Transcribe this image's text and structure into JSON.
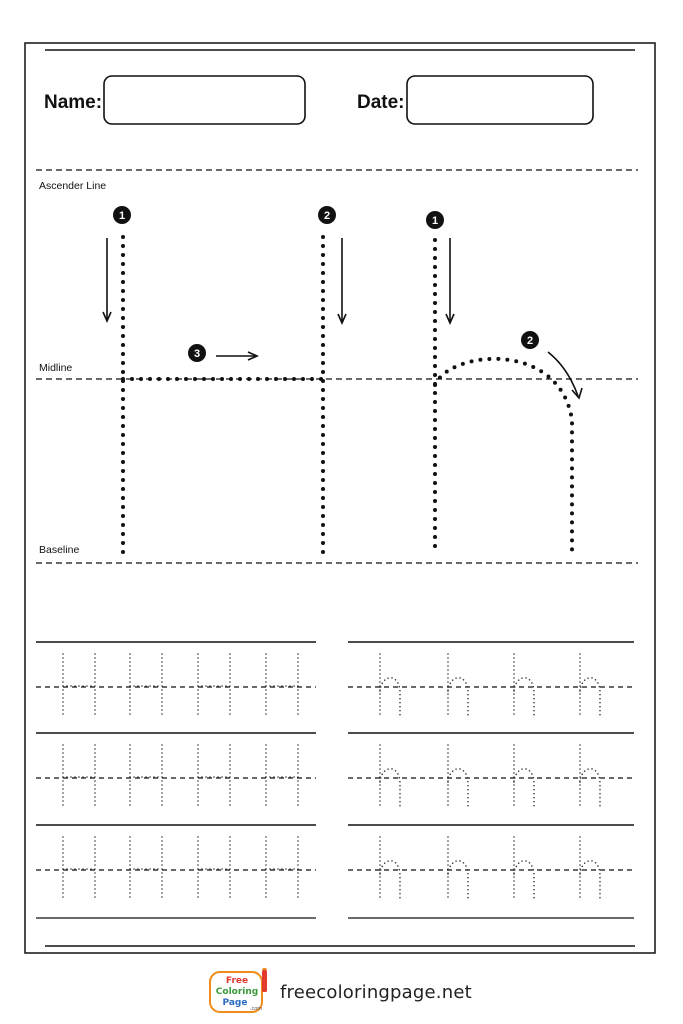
{
  "header": {
    "name_label": "Name:",
    "date_label": "Date:"
  },
  "guides": {
    "ascender": "Ascender Line",
    "midline": "Midline",
    "baseline": "Baseline"
  },
  "steps": {
    "upper_1": "1",
    "upper_2": "2",
    "upper_3": "3",
    "lower_1": "1",
    "lower_2": "2"
  },
  "footer": {
    "site": "freecoloringpage.net",
    "logo_line1": "Free",
    "logo_line2": "Coloring",
    "logo_line3": "Page",
    "logo_line4": ".com"
  },
  "colors": {
    "ink": "#111111",
    "logo_green": "#3a9a3a",
    "logo_blue": "#2b6cc4",
    "logo_orange": "#f08c1a",
    "logo_red": "#e33b2e"
  }
}
